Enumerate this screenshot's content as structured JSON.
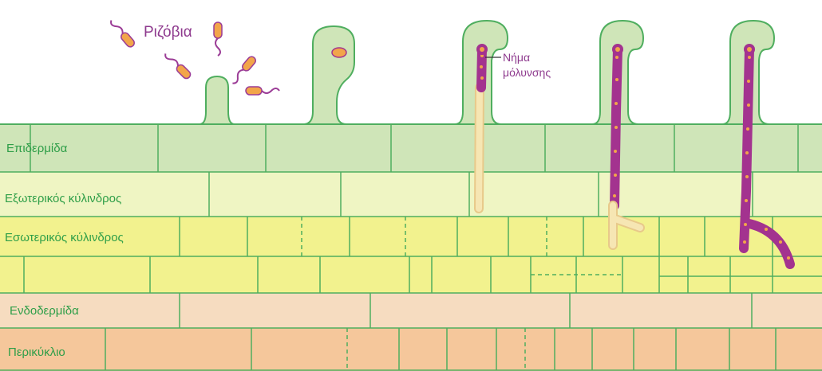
{
  "labels": {
    "rhizobia": "Ριζόβια",
    "infection_thread_line1": "Νήμα",
    "infection_thread_line2": "μόλυνσης",
    "layers": {
      "epidermis": "Επιδερμίδα",
      "outer_cortex": "Εξωτερικός κύλινδρος",
      "inner_cortex": "Εσωτερικός κύλινδρος",
      "endodermis": "Ενδοδερμίδα",
      "pericycle": "Περικύκλιο"
    }
  },
  "colors": {
    "epidermis": "#cfe5b8",
    "outer_cortex": "#eff5c3",
    "inner_cortex": "#f2f28e",
    "endodermis": "#f6dcc0",
    "pericycle": "#f5c79b",
    "cell_wall": "#4fae5f",
    "bacterium_body": "#f2a54a",
    "bacterium_flagellum": "#9b3c96",
    "thread_purple": "#a3338f",
    "thread_beige": "#f3dfa0"
  }
}
